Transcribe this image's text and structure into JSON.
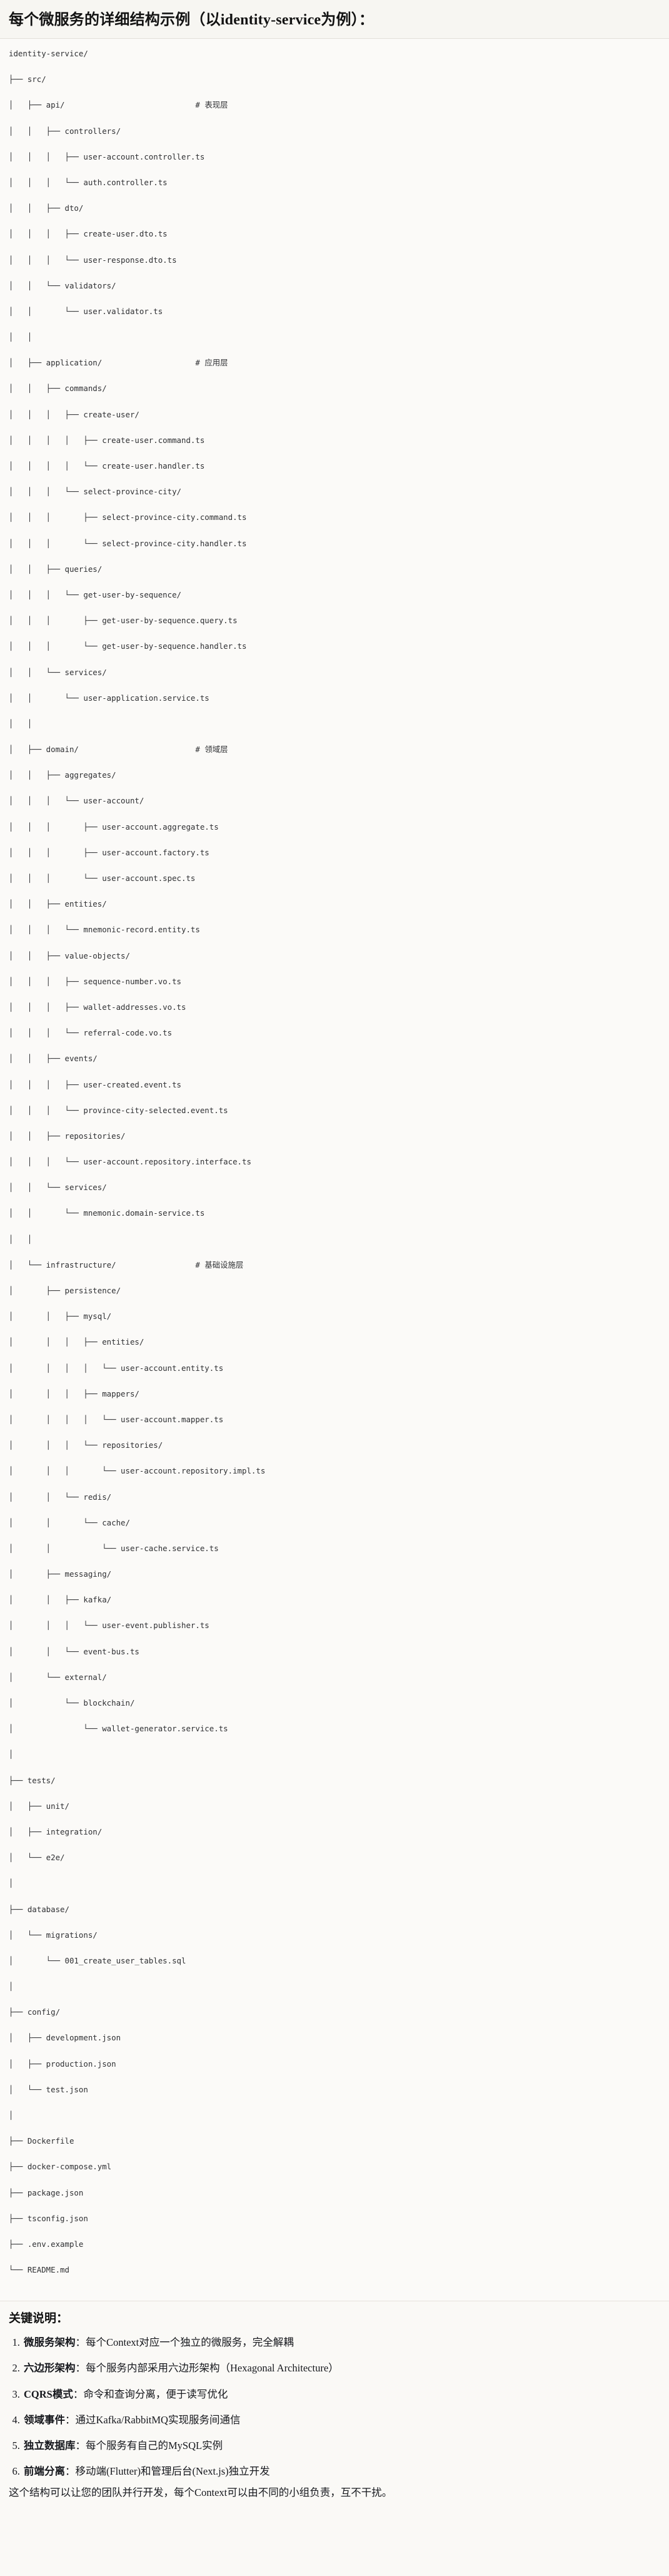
{
  "header": {
    "title": "每个微服务的详细结构示例（以identity-service为例）："
  },
  "tree": {
    "root": "identity-service/",
    "comment_column": 40,
    "lines": [
      {
        "text": "identity-service/",
        "comment": ""
      },
      {
        "text": "├── src/",
        "comment": ""
      },
      {
        "text": "│   ├── api/",
        "comment": "# 表现层"
      },
      {
        "text": "│   │   ├── controllers/",
        "comment": ""
      },
      {
        "text": "│   │   │   ├── user-account.controller.ts",
        "comment": ""
      },
      {
        "text": "│   │   │   └── auth.controller.ts",
        "comment": ""
      },
      {
        "text": "│   │   ├── dto/",
        "comment": ""
      },
      {
        "text": "│   │   │   ├── create-user.dto.ts",
        "comment": ""
      },
      {
        "text": "│   │   │   └── user-response.dto.ts",
        "comment": ""
      },
      {
        "text": "│   │   └── validators/",
        "comment": ""
      },
      {
        "text": "│   │       └── user.validator.ts",
        "comment": ""
      },
      {
        "text": "│   │",
        "comment": ""
      },
      {
        "text": "│   ├── application/",
        "comment": "# 应用层"
      },
      {
        "text": "│   │   ├── commands/",
        "comment": ""
      },
      {
        "text": "│   │   │   ├── create-user/",
        "comment": ""
      },
      {
        "text": "│   │   │   │   ├── create-user.command.ts",
        "comment": ""
      },
      {
        "text": "│   │   │   │   └── create-user.handler.ts",
        "comment": ""
      },
      {
        "text": "│   │   │   └── select-province-city/",
        "comment": ""
      },
      {
        "text": "│   │   │       ├── select-province-city.command.ts",
        "comment": ""
      },
      {
        "text": "│   │   │       └── select-province-city.handler.ts",
        "comment": ""
      },
      {
        "text": "│   │   ├── queries/",
        "comment": ""
      },
      {
        "text": "│   │   │   └── get-user-by-sequence/",
        "comment": ""
      },
      {
        "text": "│   │   │       ├── get-user-by-sequence.query.ts",
        "comment": ""
      },
      {
        "text": "│   │   │       └── get-user-by-sequence.handler.ts",
        "comment": ""
      },
      {
        "text": "│   │   └── services/",
        "comment": ""
      },
      {
        "text": "│   │       └── user-application.service.ts",
        "comment": ""
      },
      {
        "text": "│   │",
        "comment": ""
      },
      {
        "text": "│   ├── domain/",
        "comment": "# 领域层"
      },
      {
        "text": "│   │   ├── aggregates/",
        "comment": ""
      },
      {
        "text": "│   │   │   └── user-account/",
        "comment": ""
      },
      {
        "text": "│   │   │       ├── user-account.aggregate.ts",
        "comment": ""
      },
      {
        "text": "│   │   │       ├── user-account.factory.ts",
        "comment": ""
      },
      {
        "text": "│   │   │       └── user-account.spec.ts",
        "comment": ""
      },
      {
        "text": "│   │   ├── entities/",
        "comment": ""
      },
      {
        "text": "│   │   │   └── mnemonic-record.entity.ts",
        "comment": ""
      },
      {
        "text": "│   │   ├── value-objects/",
        "comment": ""
      },
      {
        "text": "│   │   │   ├── sequence-number.vo.ts",
        "comment": ""
      },
      {
        "text": "│   │   │   ├── wallet-addresses.vo.ts",
        "comment": ""
      },
      {
        "text": "│   │   │   └── referral-code.vo.ts",
        "comment": ""
      },
      {
        "text": "│   │   ├── events/",
        "comment": ""
      },
      {
        "text": "│   │   │   ├── user-created.event.ts",
        "comment": ""
      },
      {
        "text": "│   │   │   └── province-city-selected.event.ts",
        "comment": ""
      },
      {
        "text": "│   │   ├── repositories/",
        "comment": ""
      },
      {
        "text": "│   │   │   └── user-account.repository.interface.ts",
        "comment": ""
      },
      {
        "text": "│   │   └── services/",
        "comment": ""
      },
      {
        "text": "│   │       └── mnemonic.domain-service.ts",
        "comment": ""
      },
      {
        "text": "│   │",
        "comment": ""
      },
      {
        "text": "│   └── infrastructure/",
        "comment": "# 基础设施层"
      },
      {
        "text": "│       ├── persistence/",
        "comment": ""
      },
      {
        "text": "│       │   ├── mysql/",
        "comment": ""
      },
      {
        "text": "│       │   │   ├── entities/",
        "comment": ""
      },
      {
        "text": "│       │   │   │   └── user-account.entity.ts",
        "comment": ""
      },
      {
        "text": "│       │   │   ├── mappers/",
        "comment": ""
      },
      {
        "text": "│       │   │   │   └── user-account.mapper.ts",
        "comment": ""
      },
      {
        "text": "│       │   │   └── repositories/",
        "comment": ""
      },
      {
        "text": "│       │   │       └── user-account.repository.impl.ts",
        "comment": ""
      },
      {
        "text": "│       │   └── redis/",
        "comment": ""
      },
      {
        "text": "│       │       └── cache/",
        "comment": ""
      },
      {
        "text": "│       │           └── user-cache.service.ts",
        "comment": ""
      },
      {
        "text": "│       ├── messaging/",
        "comment": ""
      },
      {
        "text": "│       │   ├── kafka/",
        "comment": ""
      },
      {
        "text": "│       │   │   └── user-event.publisher.ts",
        "comment": ""
      },
      {
        "text": "│       │   └── event-bus.ts",
        "comment": ""
      },
      {
        "text": "│       └── external/",
        "comment": ""
      },
      {
        "text": "│           └── blockchain/",
        "comment": ""
      },
      {
        "text": "│               └── wallet-generator.service.ts",
        "comment": ""
      },
      {
        "text": "│",
        "comment": ""
      },
      {
        "text": "├── tests/",
        "comment": ""
      },
      {
        "text": "│   ├── unit/",
        "comment": ""
      },
      {
        "text": "│   ├── integration/",
        "comment": ""
      },
      {
        "text": "│   └── e2e/",
        "comment": ""
      },
      {
        "text": "│",
        "comment": ""
      },
      {
        "text": "├── database/",
        "comment": ""
      },
      {
        "text": "│   └── migrations/",
        "comment": ""
      },
      {
        "text": "│       └── 001_create_user_tables.sql",
        "comment": ""
      },
      {
        "text": "│",
        "comment": ""
      },
      {
        "text": "├── config/",
        "comment": ""
      },
      {
        "text": "│   ├── development.json",
        "comment": ""
      },
      {
        "text": "│   ├── production.json",
        "comment": ""
      },
      {
        "text": "│   └── test.json",
        "comment": ""
      },
      {
        "text": "│",
        "comment": ""
      },
      {
        "text": "├── Dockerfile",
        "comment": ""
      },
      {
        "text": "├── docker-compose.yml",
        "comment": ""
      },
      {
        "text": "├── package.json",
        "comment": ""
      },
      {
        "text": "├── tsconfig.json",
        "comment": ""
      },
      {
        "text": "├── .env.example",
        "comment": ""
      },
      {
        "text": "└── README.md",
        "comment": ""
      }
    ]
  },
  "notes": {
    "title": "关键说明：",
    "items": [
      {
        "term": "微服务架构",
        "sep": "：",
        "desc": "每个Context对应一个独立的微服务，完全解耦"
      },
      {
        "term": "六边形架构",
        "sep": "：",
        "desc": "每个服务内部采用六边形架构（Hexagonal Architecture）"
      },
      {
        "term": "CQRS模式",
        "sep": "：",
        "desc": "命令和查询分离，便于读写优化"
      },
      {
        "term": "领域事件",
        "sep": "：",
        "desc": "通过Kafka/RabbitMQ实现服务间通信"
      },
      {
        "term": "独立数据库",
        "sep": "：",
        "desc": "每个服务有自己的MySQL实例"
      },
      {
        "term": "前端分离",
        "sep": "：",
        "desc": "移动端(Flutter)和管理后台(Next.js)独立开发"
      }
    ],
    "closing": "这个结构可以让您的团队并行开发，每个Context可以由不同的小组负责，互不干扰。"
  }
}
